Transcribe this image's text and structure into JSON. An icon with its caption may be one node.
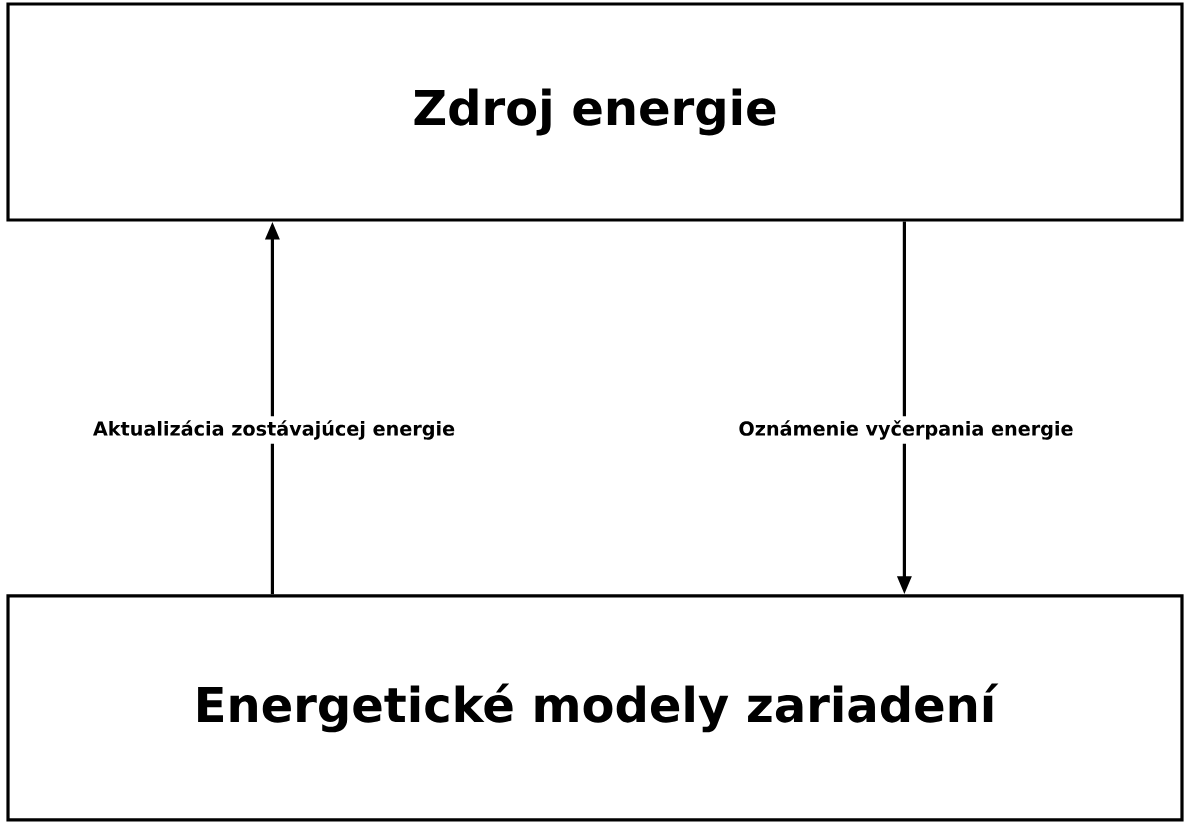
{
  "diagram": {
    "nodes": [
      {
        "text": [
          "Zdroj energie"
        ]
      },
      {
        "text": [
          "Energetické modely zariadení"
        ]
      }
    ],
    "edges": [
      {
        "from": 1,
        "to": 0,
        "arrow": "to",
        "label": "Aktualizácia zostávajúcej energie"
      },
      {
        "from": 0,
        "to": 1,
        "arrow": "to",
        "label": "Oznámenie vyčerpania energie"
      }
    ]
  }
}
